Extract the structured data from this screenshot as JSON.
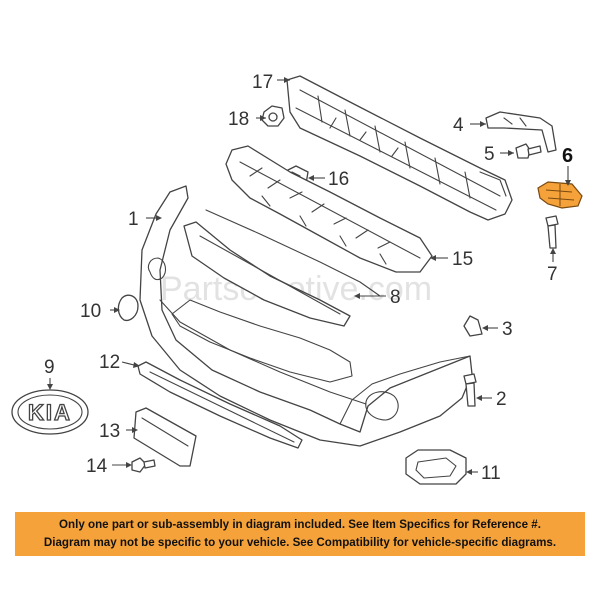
{
  "callouts": {
    "p1": "1",
    "p2": "2",
    "p3": "3",
    "p4": "4",
    "p5": "5",
    "p6": "6",
    "p7": "7",
    "p8": "8",
    "p9": "9",
    "p10": "10",
    "p11": "11",
    "p12": "12",
    "p13": "13",
    "p14": "14",
    "p15": "15",
    "p16": "16",
    "p17": "17",
    "p18": "18"
  },
  "emblem_text": "KIA",
  "watermark": "Partsomotive.com",
  "highlight_color": "#f5a23a",
  "notice": {
    "line1": "Only one part or sub-assembly in diagram included. See Item Specifics for Reference #.",
    "line2": "Diagram may not be specific to your vehicle. See Compatibility for vehicle-specific diagrams."
  }
}
